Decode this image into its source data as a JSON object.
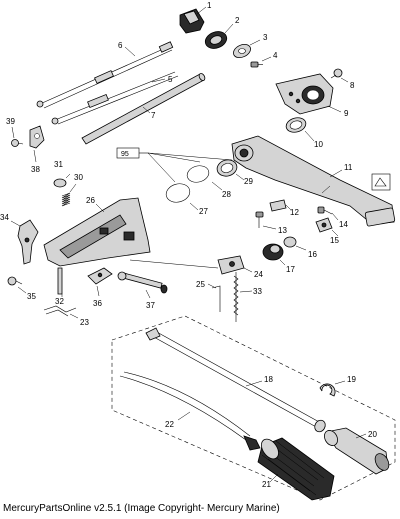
{
  "diagram": {
    "callouts": [
      "1",
      "2",
      "3",
      "4",
      "5",
      "6",
      "7",
      "8",
      "9",
      "10",
      "11",
      "12",
      "13",
      "14",
      "15",
      "16",
      "17",
      "18",
      "19",
      "20",
      "21",
      "22",
      "23",
      "24",
      "25",
      "26",
      "27",
      "28",
      "29",
      "30",
      "31",
      "32",
      "33",
      "34",
      "35",
      "36",
      "37",
      "38",
      "39"
    ],
    "decal_label": "95"
  },
  "footer": {
    "copyright": "MercuryPartsOnline v2.5.1 (Image Copyright- Mercury Marine)"
  }
}
